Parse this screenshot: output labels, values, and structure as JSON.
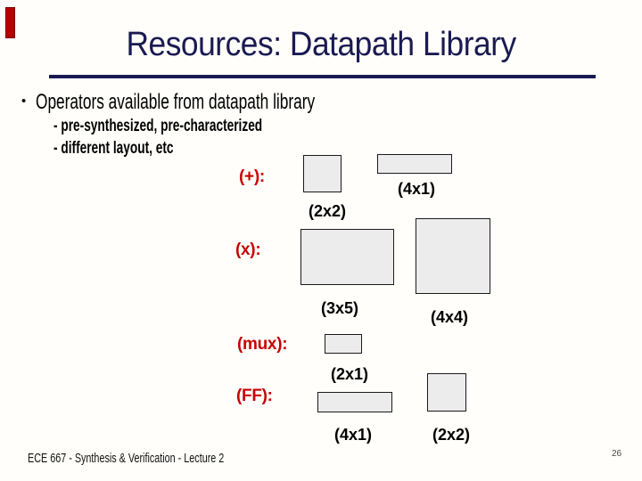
{
  "slide": {
    "title": "Resources: Datapath Library",
    "footer": "ECE 667 - Synthesis & Verification - Lecture 2",
    "page_number": "26"
  },
  "colors": {
    "title_navy": "#1a1a52",
    "accent_red": "#c80000",
    "box_fill": "#ececec",
    "box_border": "#1a1a1a",
    "corner_bar_red": "#b40000",
    "background": "#fffefa"
  },
  "content": {
    "bullet_char": "•",
    "main_bullet": "Operators available from datapath library",
    "sub_bullets": [
      "- pre-synthesized, pre-characterized",
      "- different layout, etc"
    ]
  },
  "operators": [
    {
      "name": "(+):",
      "boxes": [
        {
          "label": "(2x2)"
        },
        {
          "label": "(4x1)"
        }
      ]
    },
    {
      "name": "(x):",
      "boxes": [
        {
          "label": "(3x5)"
        },
        {
          "label": "(4x4)"
        }
      ]
    },
    {
      "name": "(mux):",
      "boxes": [
        {
          "label": "(2x1)"
        }
      ]
    },
    {
      "name": "(FF):",
      "boxes": [
        {
          "label": "(4x1)"
        },
        {
          "label": "(2x2)"
        }
      ]
    }
  ]
}
